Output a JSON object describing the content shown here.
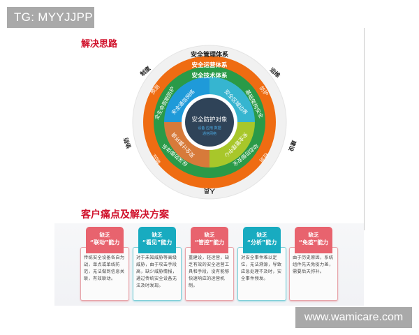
{
  "watermarks": {
    "top": "TG: MYYJJPP",
    "bottom": "www.wamicare.com"
  },
  "section1": {
    "title": "解决思路"
  },
  "diagram": {
    "center": {
      "title": "安全防护对象",
      "sub1": "设备  应用  数据",
      "sub2": "通信网络"
    },
    "outer_ring": {
      "top": "安全管理体系",
      "upper_left": "制度",
      "upper_right": "运维",
      "left": "协防",
      "right": "建设",
      "bottom": "人员",
      "color": "#f2f2f2"
    },
    "orange_ring": {
      "top": "安全运营体系",
      "upper_left": "预测",
      "upper_right": "防护",
      "lower_left": "响应",
      "lower_right": "检测",
      "color": "#ef6c12"
    },
    "green_ring": {
      "top": "安全技术体系",
      "left": "全生命周期防护",
      "right": "基础架构安全",
      "lower_left": "纵深防御体系",
      "lower_right": "动态防御安全",
      "color": "#2a9a48"
    },
    "inner_quadrants": [
      {
        "label": "安全通信网络",
        "position": "top-left",
        "color": "#1f9ad9"
      },
      {
        "label": "安全区域边界",
        "position": "top-right",
        "color": "#36b5d0"
      },
      {
        "label": "安全计算环境",
        "position": "bottom-left",
        "color": "#d77a3a"
      },
      {
        "label": "安全管理中心",
        "position": "bottom-right",
        "color": "#a8c72a"
      }
    ],
    "center_color": "#2f4358"
  },
  "section2": {
    "title": "客户痛点及解决方案"
  },
  "cards": [
    {
      "head1": "缺乏",
      "head2": "“联动”能力",
      "body": "传统安全设备各自为战，单点或单线防范，无法做到信息关联，有效联动。",
      "theme": "red"
    },
    {
      "head1": "缺乏",
      "head2": "“看见”能力",
      "body": "对于未知威胁等高级威胁，由于攻击手段高，缺少威胁情报，通过传统安全设备无法及时发现。",
      "theme": "teal"
    },
    {
      "head1": "缺乏",
      "head2": "“管控”能力",
      "body": "重建设，轻运营，缺乏有效的安全运营工具和手段，没有能够快速响应的运营机制。",
      "theme": "red"
    },
    {
      "head1": "缺乏",
      "head2": "“分析”能力",
      "body": "对安全事件难以定位，无法溯源，导致应急处理不及时，安全事件频发。",
      "theme": "teal"
    },
    {
      "head1": "缺乏",
      "head2": "“免疫”能力",
      "body": "由于历史原因，系统组件先天免疫力差，需要后天弥补。",
      "theme": "red"
    }
  ]
}
